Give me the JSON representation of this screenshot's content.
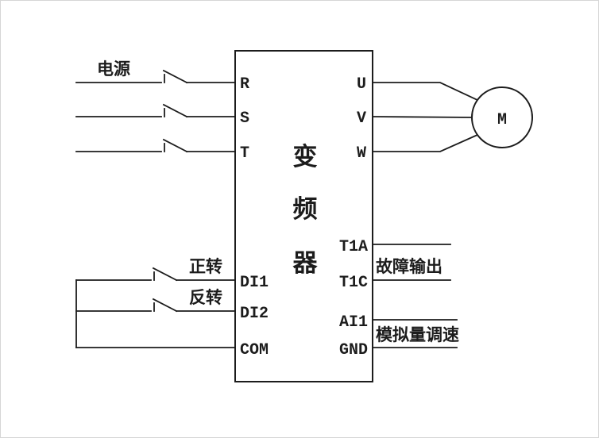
{
  "colors": {
    "line": "#1c1c1c",
    "background": "#ffffff"
  },
  "inverter": {
    "name_chars": [
      "变",
      "频",
      "器"
    ]
  },
  "power": {
    "label": "电源",
    "terminals": [
      "R",
      "S",
      "T"
    ]
  },
  "motor": {
    "label": "M",
    "terminals": [
      "U",
      "V",
      "W"
    ]
  },
  "digital_inputs": {
    "terminals": [
      "DI1",
      "DI2",
      "COM"
    ],
    "switch_labels": [
      "正转",
      "反转"
    ]
  },
  "relay_output": {
    "terminals": [
      "T1A",
      "T1C"
    ],
    "label": "故障输出"
  },
  "analog_input": {
    "terminals": [
      "AI1",
      "GND"
    ],
    "label": "模拟量调速"
  }
}
